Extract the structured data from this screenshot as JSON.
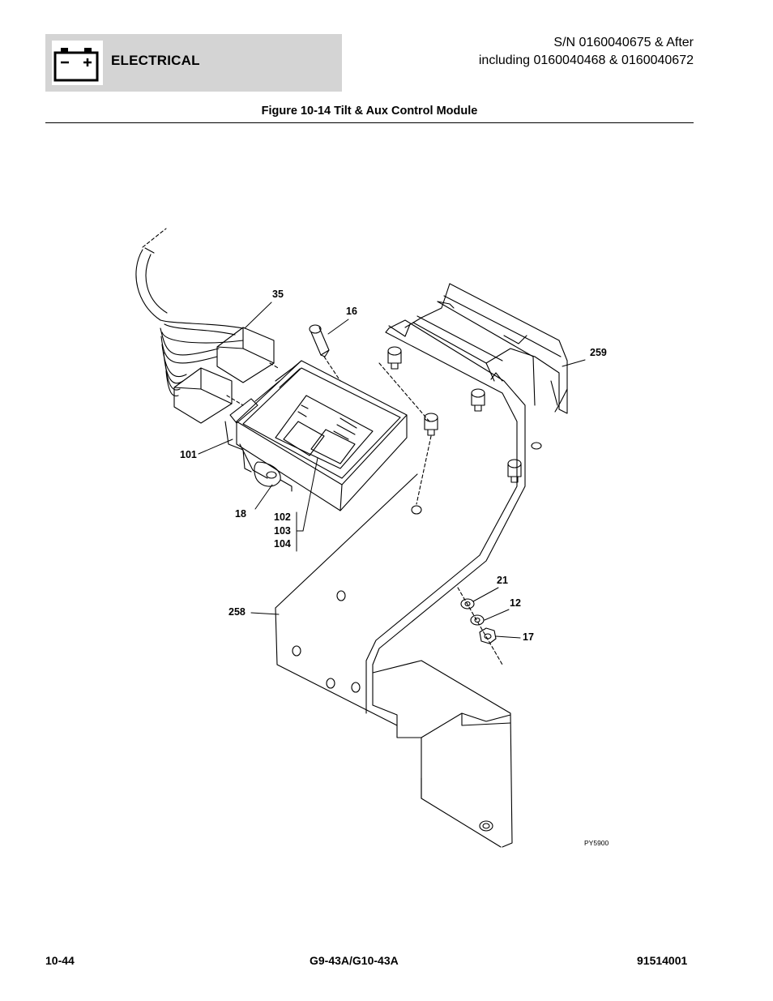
{
  "header": {
    "section_title": "ELECTRICAL",
    "icon": "battery-icon",
    "serial_line1": "S/N 0160040675 & After",
    "serial_line2": "including 0160040468 & 0160040672"
  },
  "figure": {
    "title": "Figure 10-14 Tilt & Aux Control Module",
    "illustration_code": "PY5900",
    "callouts": {
      "c35": "35",
      "c16": "16",
      "c259": "259",
      "c101": "101",
      "c18": "18",
      "c102": "102",
      "c103": "103",
      "c104": "104",
      "c21": "21",
      "c12": "12",
      "c17": "17",
      "c258": "258"
    }
  },
  "footer": {
    "page_number": "10-44",
    "model": "G9-43A/G10-43A",
    "part_number": "91514001"
  }
}
